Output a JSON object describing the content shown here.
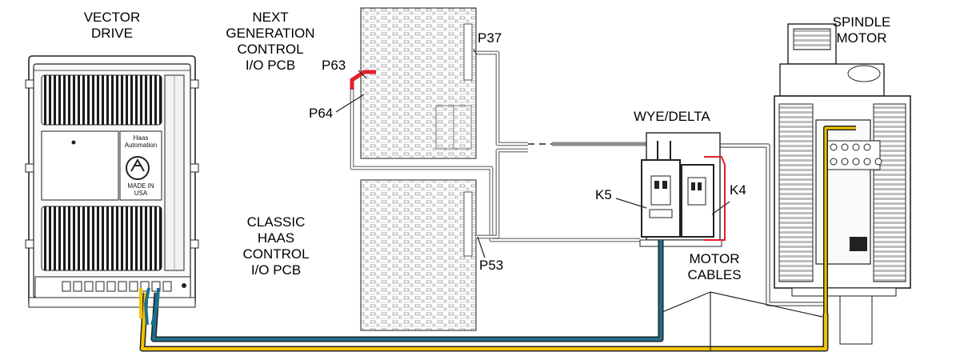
{
  "labels": {
    "vector_drive": [
      "VECTOR",
      "DRIVE"
    ],
    "next_gen": [
      "NEXT",
      "GENERATION",
      "CONTROL",
      "I/O PCB"
    ],
    "classic": [
      "CLASSIC",
      "HAAS",
      "CONTROL",
      "I/O PCB"
    ],
    "spindle_motor": [
      "SPINDLE",
      "MOTOR"
    ],
    "wye_delta": "WYE/DELTA",
    "motor_cables": [
      "MOTOR",
      "CABLES"
    ],
    "p37": "P37",
    "p63": "P63",
    "p64": "P64",
    "p53": "P53",
    "k5": "K5",
    "k4": "K4"
  },
  "drive_branding": {
    "line1": "Haas",
    "line2": "Automation",
    "line3": "MADE IN",
    "line4": "USA"
  },
  "colors": {
    "control_cable": "#8a8a8a",
    "motor_cable_yellow": "#f2c400",
    "motor_cable_blue": "#1f6e8c",
    "highlight_red": "#e0202c",
    "linework": "#222222"
  }
}
